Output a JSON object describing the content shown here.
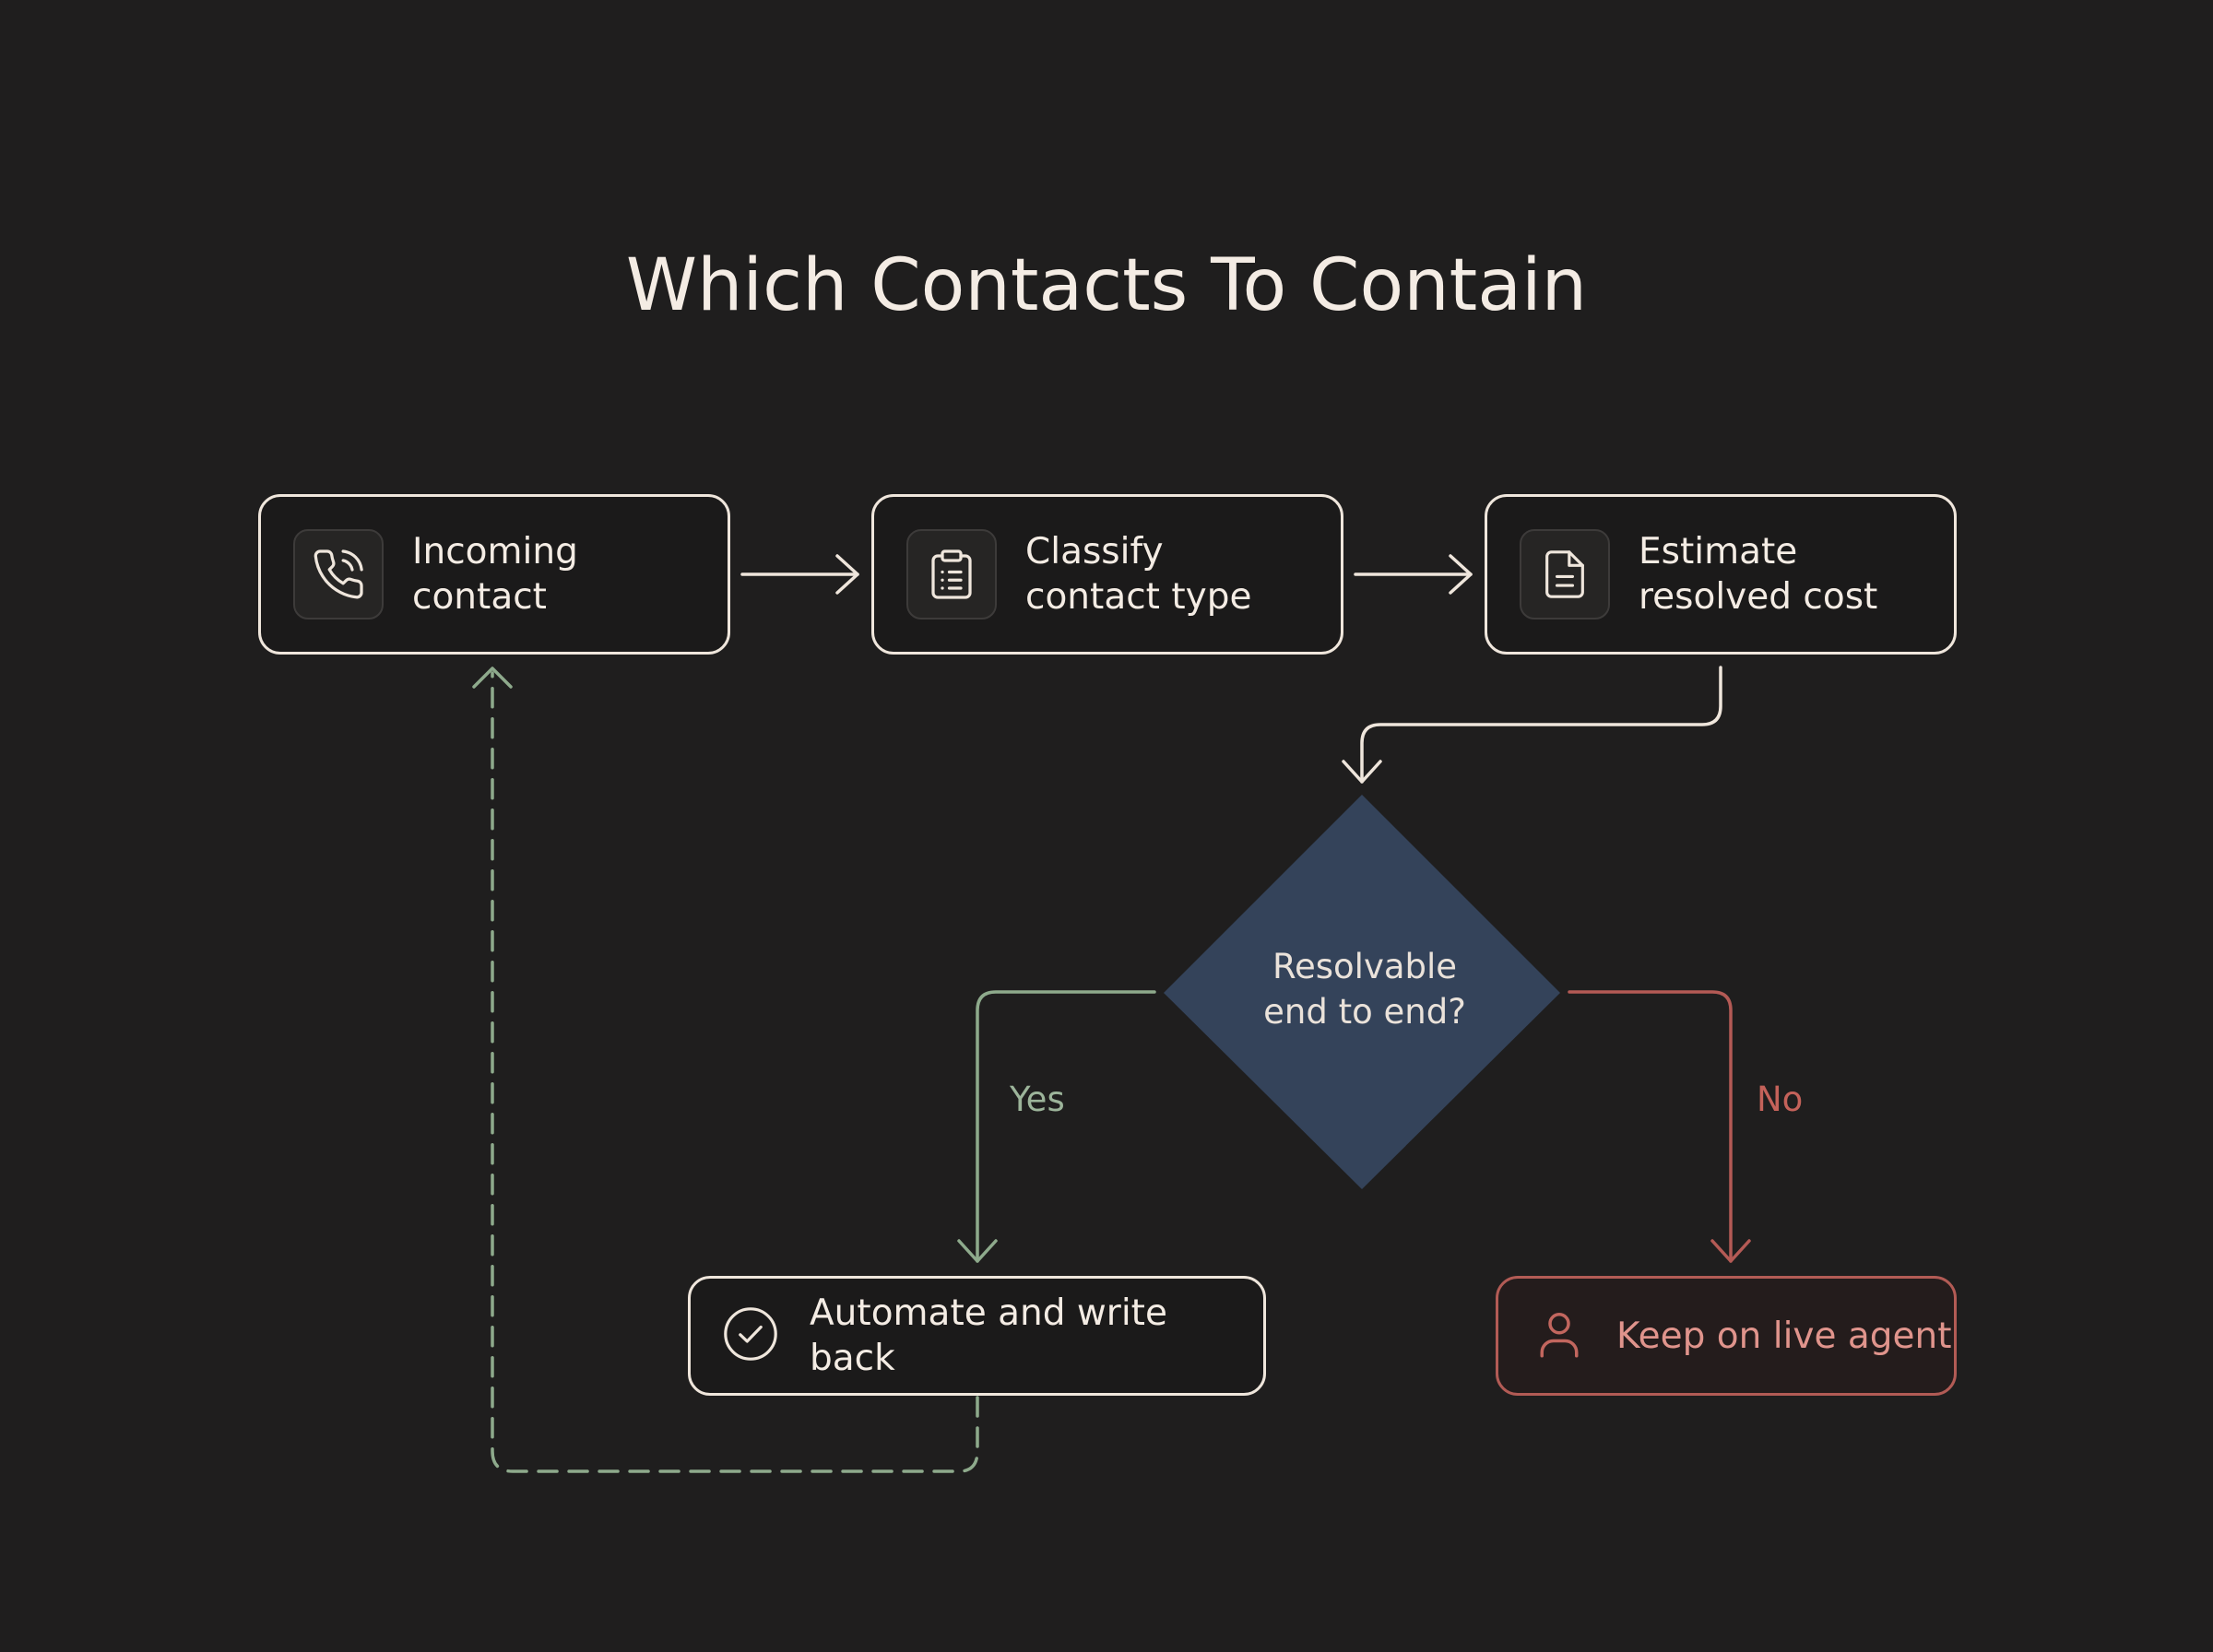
{
  "title": "Which Contacts To Contain",
  "nodes": {
    "incoming": {
      "label": "Incoming\ncontact",
      "icon": "phone-icon"
    },
    "classify": {
      "label": "Classify\ncontact type",
      "icon": "clipboard-list-icon"
    },
    "estimate": {
      "label": "Estimate\nresolved cost",
      "icon": "document-icon"
    },
    "decision": {
      "label": "Resolvable\nend to end?"
    },
    "automate": {
      "label": "Automate and write back",
      "icon": "check-circle-icon"
    },
    "live_agent": {
      "label": "Keep on live agent",
      "icon": "person-icon"
    }
  },
  "branches": {
    "yes": "Yes",
    "no": "No"
  },
  "colors": {
    "background": "#1f1e1e",
    "node_border": "#efe6dc",
    "text": "#f4ece4",
    "decision_fill": "#34435a",
    "yes_path": "#8eaa8c",
    "no_path": "#b45a55",
    "loop_back": "#8eaa8c"
  }
}
